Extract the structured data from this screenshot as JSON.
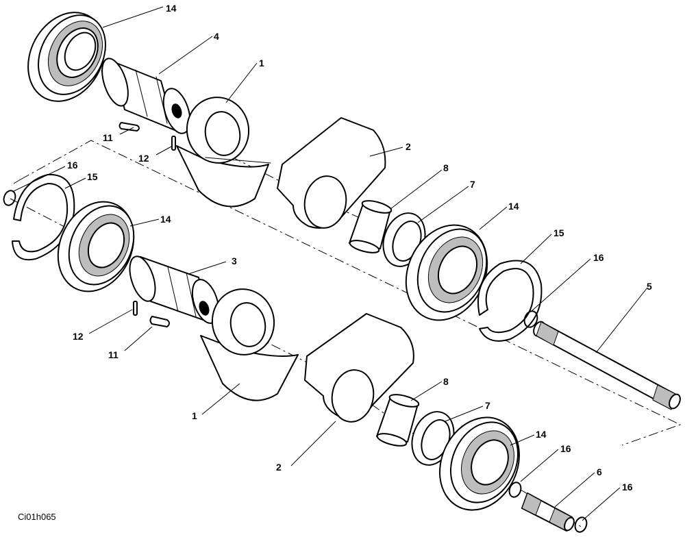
{
  "drawing": {
    "id": "Ci01h065"
  },
  "callouts": {
    "c1a": "1",
    "c1b": "1",
    "c2a": "2",
    "c2b": "2",
    "c3": "3",
    "c4": "4",
    "c5": "5",
    "c6": "6",
    "c7a": "7",
    "c7b": "7",
    "c8a": "8",
    "c8b": "8",
    "c11a": "11",
    "c11b": "11",
    "c12a": "12",
    "c12b": "12",
    "c14a": "14",
    "c14b": "14",
    "c14c": "14",
    "c14d": "14",
    "c15a": "15",
    "c15b": "15",
    "c16a": "16",
    "c16b": "16",
    "c16c": "16",
    "c16d": "16"
  }
}
